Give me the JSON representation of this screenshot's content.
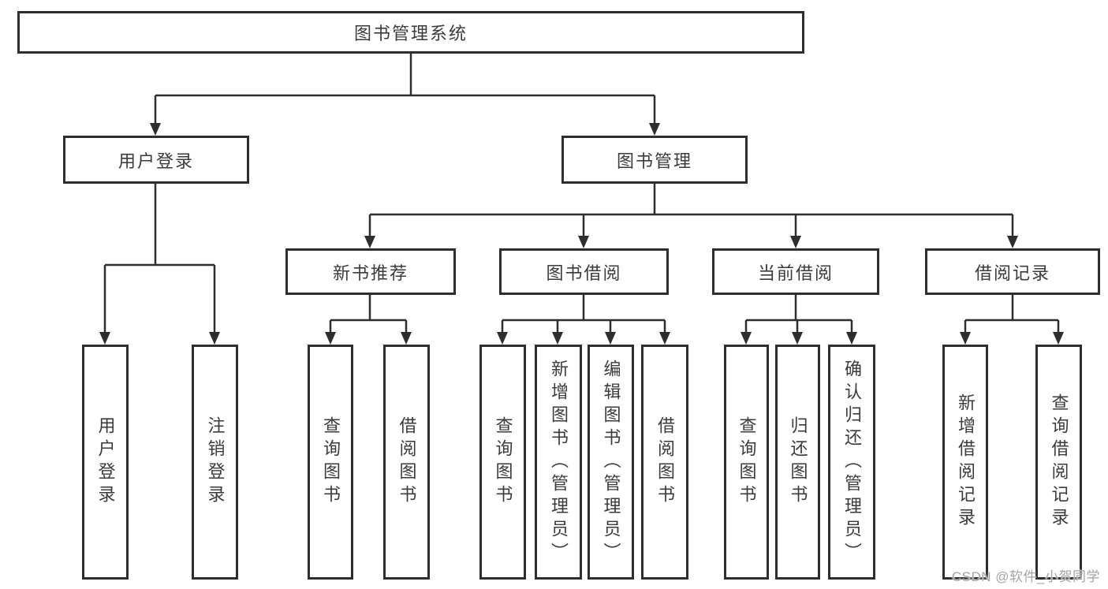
{
  "diagram": {
    "title": "图书管理系统",
    "root": {
      "label": "图书管理系统"
    },
    "level2": [
      {
        "label": "用户登录"
      },
      {
        "label": "图书管理"
      }
    ],
    "level3": [
      {
        "label": "新书推荐"
      },
      {
        "label": "图书借阅"
      },
      {
        "label": "当前借阅"
      },
      {
        "label": "借阅记录"
      }
    ],
    "leaves": [
      {
        "label": "用户登录",
        "parent": "用户登录"
      },
      {
        "label": "注销登录",
        "parent": "用户登录"
      },
      {
        "label": "查询图书",
        "parent": "新书推荐"
      },
      {
        "label": "借阅图书",
        "parent": "新书推荐"
      },
      {
        "label": "查询图书",
        "parent": "图书借阅"
      },
      {
        "label": "新增图书（管理员）",
        "parent": "图书借阅"
      },
      {
        "label": "编辑图书（管理员）",
        "parent": "图书借阅"
      },
      {
        "label": "借阅图书",
        "parent": "图书借阅"
      },
      {
        "label": "查询图书",
        "parent": "当前借阅"
      },
      {
        "label": "归还图书",
        "parent": "当前借阅"
      },
      {
        "label": "确认归还（管理员）",
        "parent": "当前借阅"
      },
      {
        "label": "新增借阅记录",
        "parent": "借阅记录"
      },
      {
        "label": "查询借阅记录",
        "parent": "借阅记录"
      }
    ]
  },
  "watermark": "CSDN @软件_小贺同学",
  "colors": {
    "line": "#2e2e2e",
    "box_border": "#2e2e2e",
    "text": "#3b3b3b",
    "watermark": "#a3a3a6",
    "background": "#ffffff"
  }
}
